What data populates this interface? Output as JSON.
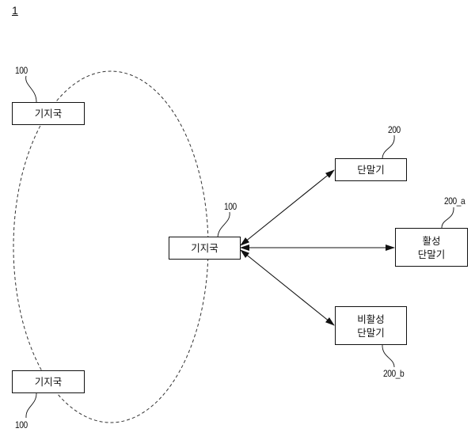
{
  "figure": {
    "number": "1"
  },
  "nodes": {
    "bs_top": {
      "label": "기지국",
      "ref": "100"
    },
    "bs_center": {
      "label": "기지국",
      "ref": "100"
    },
    "bs_bottom": {
      "label": "기지국",
      "ref": "100"
    },
    "terminal": {
      "label": "단말기",
      "ref": "200"
    },
    "active_terminal": {
      "line1": "활성",
      "line2": "단말기",
      "ref": "200_a"
    },
    "inactive_terminal": {
      "line1": "비활성",
      "line2": "단말기",
      "ref": "200_b"
    }
  },
  "edges": [
    {
      "from": "bs_center",
      "to": "terminal",
      "direction": "bidirectional"
    },
    {
      "from": "bs_center",
      "to": "active_terminal",
      "direction": "bidirectional"
    },
    {
      "from": "bs_center",
      "to": "inactive_terminal",
      "direction": "bidirectional"
    }
  ],
  "cell_boundary": {
    "style": "dashed"
  }
}
